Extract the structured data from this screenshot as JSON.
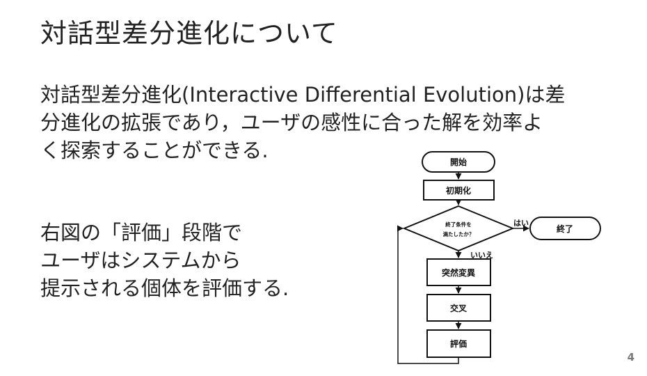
{
  "slide": {
    "title": "対話型差分進化について",
    "intro_lines": [
      "対話型差分進化(Interactive Differential Evolution)は差",
      "分進化の拡張であり，ユーザの感性に合った解を効率よ",
      "く探索することができる."
    ],
    "eval_lines": [
      "右図の「評価」段階で",
      "ユーザはシステムから",
      "提示される個体を評価する."
    ],
    "page_number": "4"
  },
  "flowchart": {
    "start": "開始",
    "init": "初期化",
    "decision_line1": "終了条件を",
    "decision_line2": "満たしたか？",
    "yes_label": "はい",
    "no_label": "いいえ",
    "end": "終了",
    "mutation": "突然変異",
    "crossover": "交叉",
    "evaluation": "評価"
  }
}
